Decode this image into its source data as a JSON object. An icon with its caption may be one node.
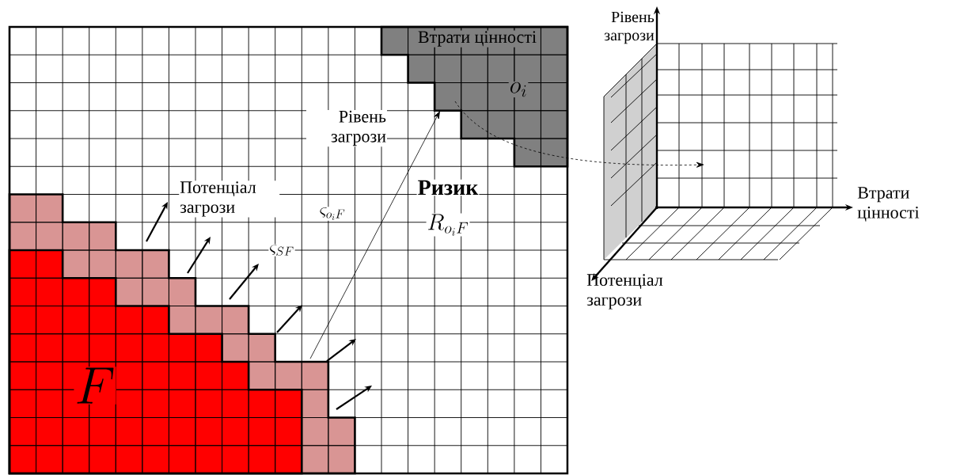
{
  "diagram": {
    "nodes": [
      {
        "text": [
          "Втрати цінності",
          "o_i"
        ]
      },
      {
        "text": [
          "F"
        ],
        "in": 2
      },
      {
        "text": [],
        "shape": "band"
      }
    ],
    "edges": [
      {
        "from": 2,
        "to": 0,
        "arrow": "to",
        "label": "Рівень загрози"
      },
      {
        "from": 0,
        "to": null,
        "arrow": "to",
        "style": "dashed"
      }
    ],
    "labels": [
      "Рівень загрози",
      "Потенціал загрози",
      "\\varsigma_{o_iF}",
      "Ризик",
      "R_{o_iF}",
      "\\varsigma_{SF}",
      "Втрати цінності",
      "Потенціал загрози"
    ]
  }
}
